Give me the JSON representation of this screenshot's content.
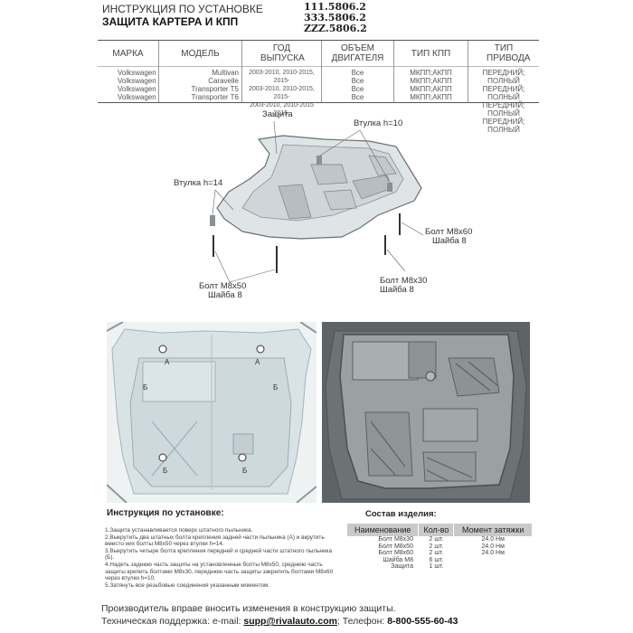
{
  "header": {
    "title_line1": "ИНСТРУКЦИЯ ПО УСТАНОВКЕ",
    "title_line2": "ЗАЩИТА КАРТЕРА И КПП",
    "codes": [
      "111.5806.2",
      "333.5806.2",
      "ZZZ.5806.2"
    ]
  },
  "spec_table": {
    "headers": {
      "make": "МАРКА",
      "model": "МОДЕЛЬ",
      "year": "ГОД ВЫПУСКА",
      "engine": "ОБЪЕМ ДВИГАТЕЛЯ",
      "gearbox": "ТИП КПП",
      "drive": "ТИП ПРИВОДА"
    },
    "make": [
      "Volkswagen",
      "Volkswagen",
      "Volkswagen",
      "Volkswagen"
    ],
    "model": [
      "Multivan",
      "Caravelle",
      "Transporter T5",
      "Transporter T6"
    ],
    "year": [
      "2003-2010, 2010-2015, 2015-",
      "2003-2010, 2010-2015, 2015-",
      "2003-2010, 2010-2015",
      "2015-"
    ],
    "engine": [
      "Все",
      "Все",
      "Все",
      "Все"
    ],
    "gearbox": [
      "МКПП;АКПП",
      "МКПП;АКПП",
      "МКПП;АКПП",
      "МКПП;АКПП"
    ],
    "drive": [
      "ПЕРЕДНИЙ; ПОЛНЫЙ",
      "ПЕРЕДНИЙ; ПОЛНЫЙ",
      "ПЕРЕДНИЙ; ПОЛНЫЙ",
      "ПЕРЕДНИЙ; ПОЛНЫЙ"
    ]
  },
  "diagram": {
    "label_guard": "Защита",
    "label_bush10": "Втулка h=10",
    "label_bush14": "Втулка h=14",
    "label_bolt60_1": "Болт М8х60",
    "label_bolt60_2": "Шайба 8",
    "label_bolt30_1": "Болт М8х30",
    "label_bolt30_2": "Шайба 8",
    "label_bolt50_1": "Болт М8х50",
    "label_bolt50_2": "Шайба 8"
  },
  "photo_marks": {
    "a": "А",
    "b": "Б"
  },
  "instructions": {
    "title": "Инструкция по установке:",
    "lines": [
      "1.Защита устанавливается поверх штатного пыльника.",
      "2.Выкрутить два штатных болта крепления задней части пыльника (А) и вкрутить",
      "вместо них болты М8х50 через втулки h=14.",
      "3.Выкрутить четыре болта крепления передней и средней части штатного пыльника (Б).",
      "4.Надеть заднюю часть защиты на установленные болты М8х50, среднюю часть",
      "защиты крепить болтами М8х30, переднюю часть защиты закрепить болтами М8х60",
      "через втулки h=10.",
      "5.Затянуть все резьбовые соединения указанным моментом."
    ]
  },
  "contents": {
    "title": "Состав изделия:",
    "headers": {
      "name": "Наименование",
      "qty": "Кол-во",
      "torque": "Момент затяжки"
    },
    "rows": [
      {
        "name": "Болт М8х30",
        "qty": "2 шт.",
        "torque": "24.0 Нм"
      },
      {
        "name": "Болт М8х50",
        "qty": "2 шт.",
        "torque": "24.0 Нм"
      },
      {
        "name": "Болт М8х60",
        "qty": "2 шт.",
        "torque": "24.0 Нм"
      },
      {
        "name": "Шайба М8",
        "qty": "6 шт.",
        "torque": ""
      },
      {
        "name": "Защита",
        "qty": "1 шт.",
        "torque": ""
      }
    ]
  },
  "footer": {
    "line1": "Производитель вправе вносить изменения в конструкцию защиты.",
    "support_label": "Техническая поддержка:",
    "email_label": "e-mail:",
    "email": "supp@rivalauto.com",
    "phone_label": "; Телефон:",
    "phone": "8-800-555-60-43"
  }
}
